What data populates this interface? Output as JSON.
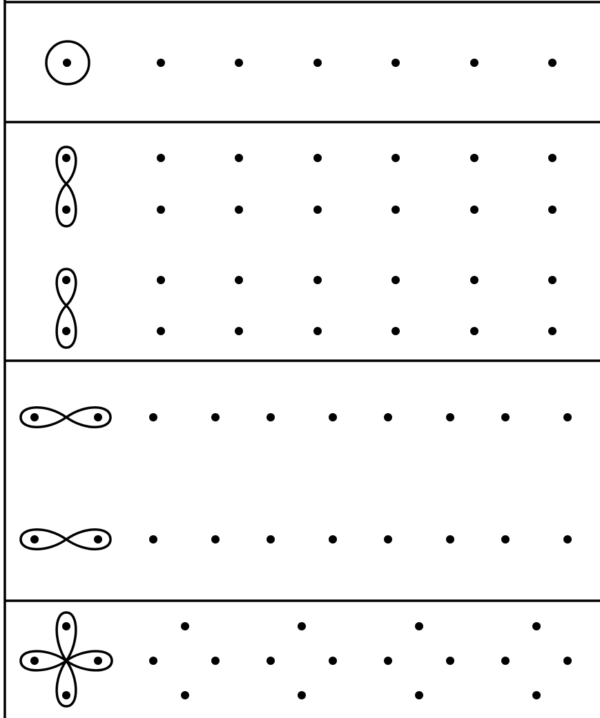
{
  "colors": {
    "ink": "#000000",
    "background": "#ffffff"
  },
  "sections": [
    {
      "id": "single-point",
      "motif": "circle-around-point",
      "dot_rows": 1,
      "dots_per_row": 6
    },
    {
      "id": "vertical-pairs",
      "motif": "vertical-figure-eight-around-two-points",
      "dot_rows": 4,
      "dots_per_row": 6
    },
    {
      "id": "horizontal-pairs",
      "motif": "horizontal-figure-eight-around-two-points",
      "dot_rows": 2,
      "dots_per_row": 8
    },
    {
      "id": "four-point-cross",
      "motif": "four-lobed-flower-around-four-points",
      "dot_rows": 3,
      "dots_per_row": [
        4,
        8,
        4
      ]
    }
  ]
}
